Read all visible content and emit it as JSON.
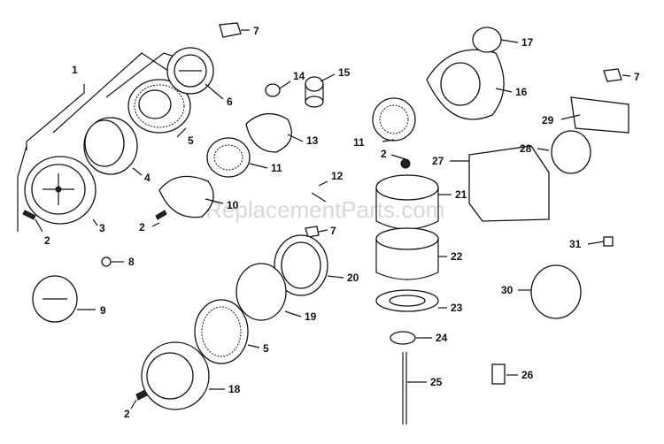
{
  "watermark": "eReplacementParts.com",
  "labels": {
    "l1": "1",
    "l2a": "2",
    "l2b": "2",
    "l2c": "2",
    "l2d": "2",
    "l3": "3",
    "l4": "4",
    "l5a": "5",
    "l5b": "5",
    "l6": "6",
    "l7a": "7",
    "l7b": "7",
    "l7c": "7",
    "l8": "8",
    "l9": "9",
    "l10": "10",
    "l11a": "11",
    "l11b": "11",
    "l12": "12",
    "l13": "13",
    "l14": "14",
    "l15": "15",
    "l16": "16",
    "l17": "17",
    "l18": "18",
    "l19": "19",
    "l20": "20",
    "l21": "21",
    "l22": "22",
    "l23": "23",
    "l24": "24",
    "l25": "25",
    "l26": "26",
    "l27": "27",
    "l28": "28",
    "l29": "29",
    "l30": "30",
    "l31": "31"
  }
}
